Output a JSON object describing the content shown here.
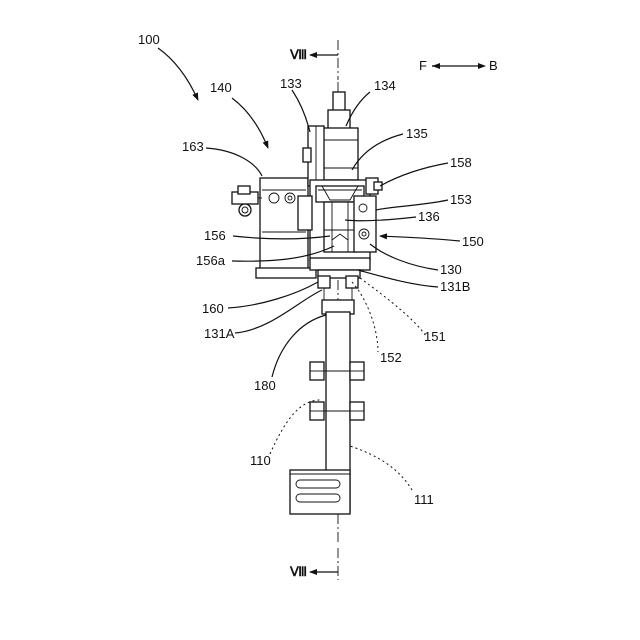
{
  "labels": {
    "l100": "100",
    "l140": "140",
    "l133": "133",
    "l134": "134",
    "l135": "135",
    "l163": "163",
    "l158": "158",
    "l153": "153",
    "l136": "136",
    "l156": "156",
    "l150": "150",
    "l156a": "156a",
    "l130": "130",
    "l131B": "131B",
    "l160": "160",
    "l151": "151",
    "l131A": "131A",
    "l152": "152",
    "l180": "180",
    "l110": "110",
    "l111": "111"
  },
  "section": {
    "top": "Ⅷ",
    "bottom": "Ⅷ"
  },
  "direction": {
    "front": "F",
    "back": "B"
  }
}
